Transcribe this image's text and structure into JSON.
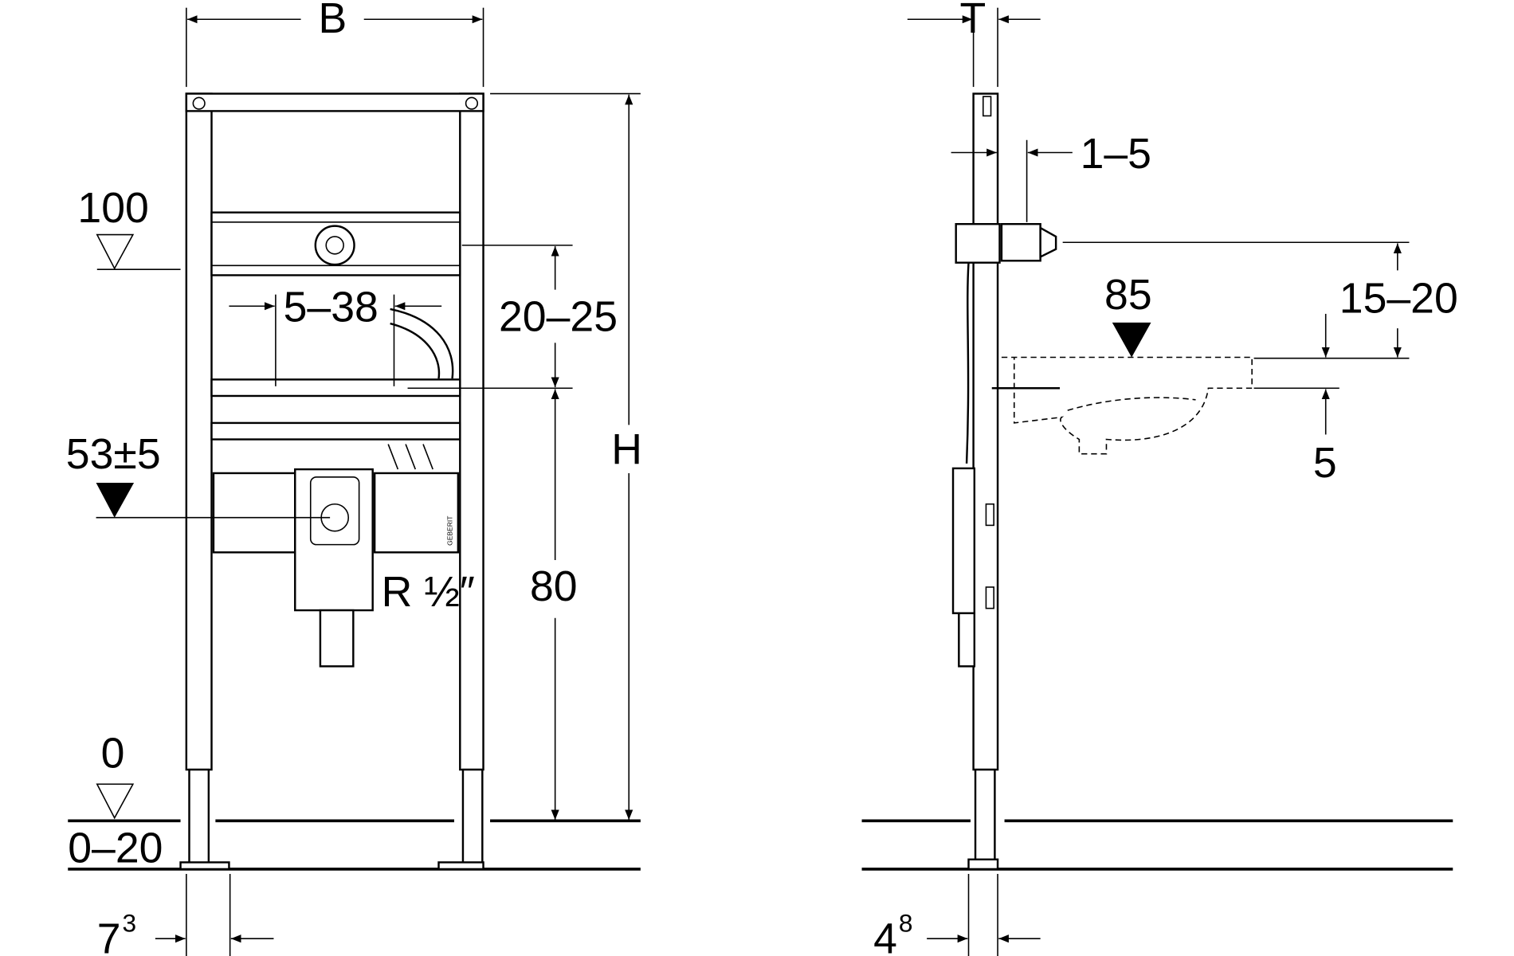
{
  "front_view": {
    "width_label": "B",
    "height_label": "H",
    "level_top": "100",
    "dim_upper": "20–25",
    "dim_spacing": "5–38",
    "level_drain": "53±5",
    "dim_lower": "80",
    "thread_label": "R ½″",
    "level_floor": "0",
    "floor_range": "0–20",
    "foot_offset": "7",
    "foot_offset_sup": "3",
    "logo": "GEBERIT"
  },
  "side_view": {
    "depth_label": "T",
    "dim_wall_gap": "1–5",
    "level_basin": "85",
    "dim_range": "15–20",
    "dim_small": "5",
    "foot_offset": "4",
    "foot_offset_sup": "8"
  }
}
